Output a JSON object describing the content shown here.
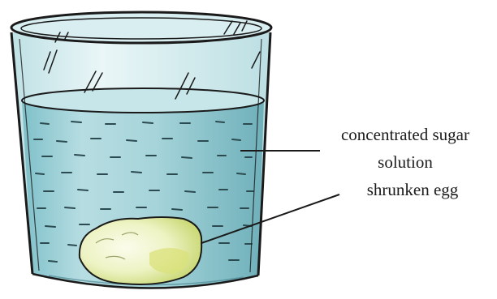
{
  "labels": {
    "sugar_line1": "concentrated sugar",
    "sugar_line2": "solution",
    "egg": "shrunken egg"
  },
  "colors": {
    "outline": "#1a1a1a",
    "solution": "#a9d6dd",
    "solution_dark": "#6fb3be",
    "glass_air": "#ddf0f2",
    "egg_white": "#f4f6d8",
    "egg_yellow": "#d4e07a"
  }
}
